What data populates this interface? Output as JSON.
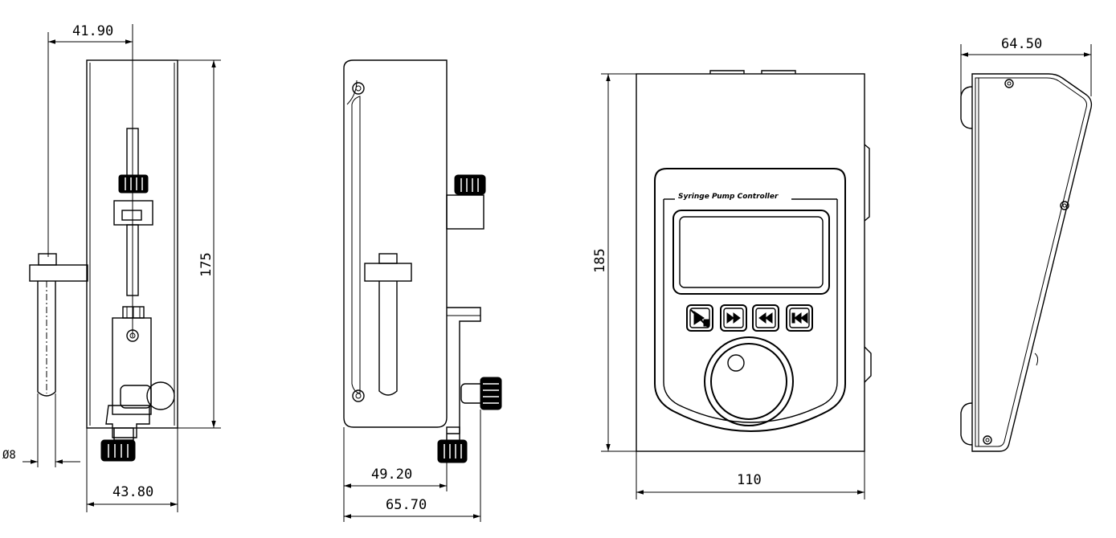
{
  "dimensions": {
    "side_width_top": "41.90",
    "side_height": "175",
    "diameter": "Ø8",
    "side_width_bottom": "43.80",
    "mid_width_a": "49.20",
    "mid_width_b": "65.70",
    "front_height": "185",
    "front_width": "110",
    "right_depth": "64.50"
  },
  "panel": {
    "title": "Syringe Pump Controller"
  },
  "colors": {
    "line": "#000000",
    "background": "#ffffff"
  }
}
